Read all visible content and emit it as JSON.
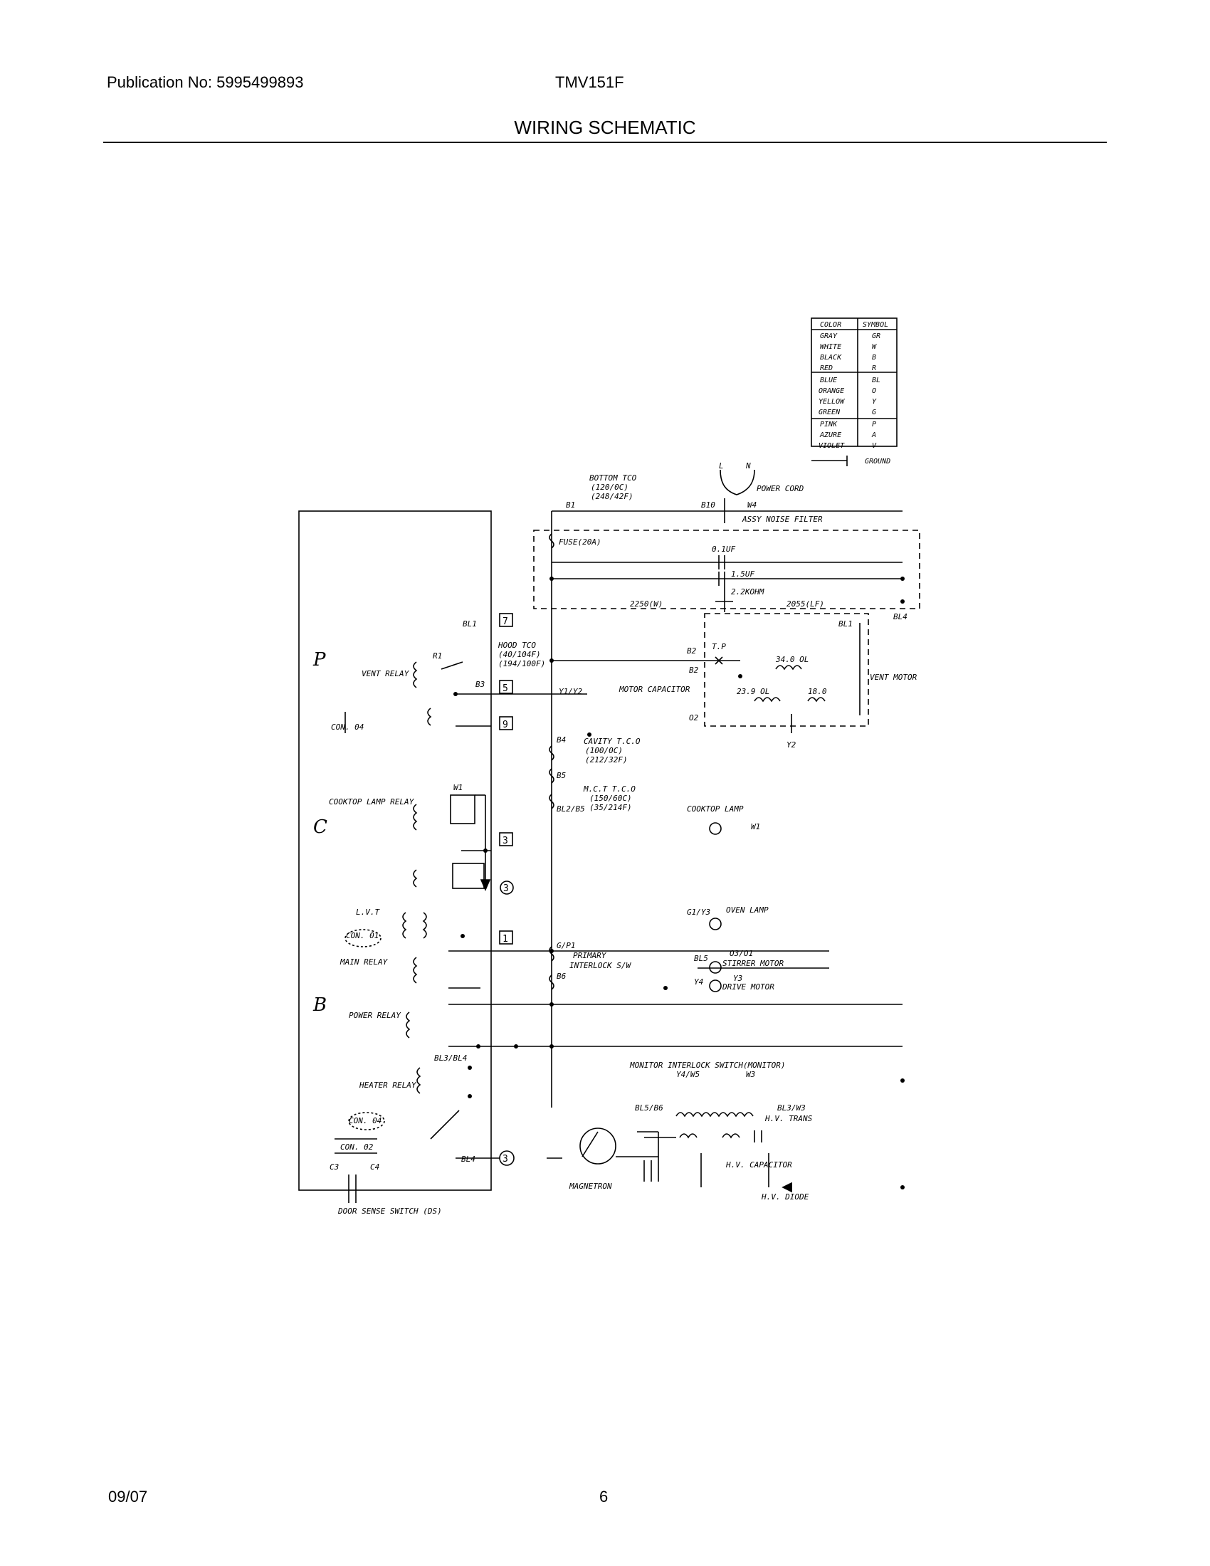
{
  "header": {
    "publication": "Publication No: 5995499893",
    "model": "TMV151F",
    "title": "WIRING SCHEMATIC"
  },
  "footer": {
    "date": "09/07",
    "page": "6"
  },
  "schematic": {
    "color_table": {
      "headers": [
        "COLOR",
        "SYMBOL"
      ],
      "rows": [
        [
          "GRAY",
          "GR"
        ],
        [
          "WHITE",
          "W"
        ],
        [
          "BLACK",
          "B"
        ],
        [
          "RED",
          "R"
        ],
        [
          "BLUE",
          "BL"
        ],
        [
          "ORANGE",
          "O"
        ],
        [
          "YELLOW",
          "Y"
        ],
        [
          "GREEN",
          "G"
        ],
        [
          "PINK",
          "P"
        ],
        [
          "AZURE",
          "A"
        ],
        [
          "VIOLET",
          "V"
        ]
      ],
      "ground_label": "GROUND"
    },
    "board_letters": [
      "P",
      "C",
      "B"
    ],
    "connectors": [
      "7",
      "5",
      "9",
      "3",
      "3",
      "1",
      "3"
    ],
    "labels": {
      "power_cord": "POWER CORD",
      "bottom_tco": "BOTTOM TCO",
      "bottom_tco_1": "(120/0C)",
      "bottom_tco_2": "(248/42F)",
      "line": "L",
      "neutral": "N",
      "assy_noise": "ASSY NOISE FILTER",
      "fuse": "FUSE(20A)",
      "cap_1": "0.1UF",
      "cap_2": "1.5UF",
      "resistor": "2.2KOHM",
      "r_2250": "2250(W)",
      "r_2055": "2055(LF)",
      "hood_tco": "HOOD TCO",
      "hood_tco_1": "(40/104F)",
      "hood_tco_2": "(194/100F)",
      "vent_relay": "VENT RELAY",
      "motor_capacitor": "MOTOR CAPACITOR",
      "vent_motor": "VENT MOTOR",
      "tp": "T.P",
      "w_34": "34.0 OL",
      "w_23": "23.9 OL",
      "w_18": "18.0",
      "cavity_tco": "CAVITY T.C.O",
      "cavity_tco_1": "(100/0C)",
      "cavity_tco_2": "(212/32F)",
      "mc_tco": "M.C.T T.C.O",
      "mc_tco_1": "(150/60C)",
      "mc_tco_2": "(35/214F)",
      "cooktop_lamp_relay": "COOKTOP LAMP RELAY",
      "cooktop_lamp": "COOKTOP LAMP",
      "lvt": "L.V.T",
      "oven_lamp": "OVEN LAMP",
      "main_relay": "MAIN RELAY",
      "primary_switch": "PRIMARY",
      "interlock": "INTERLOCK S/W",
      "stirrer_motor": "STIRRER MOTOR",
      "drive_motor": "DRIVE MOTOR",
      "power_relay": "POWER RELAY",
      "monitor_switch": "MONITOR INTERLOCK SWITCH(MONITOR)",
      "heater_relay": "HEATER RELAY",
      "hv_trans": "H.V. TRANS",
      "hv_capacitor": "H.V. CAPACITOR",
      "hv_diode": "H.V. DIODE",
      "magnetron": "MAGNETRON",
      "door_sense": "DOOR SENSE SWITCH (DS)",
      "con": "CON. 02",
      "bl1": "BL1",
      "bl1b": "BL1",
      "b3": "B3",
      "b4": "B4",
      "b5": "B5",
      "bl2b5": "BL2/B5",
      "bl3bl4": "BL3/BL4",
      "bl4": "BL4",
      "bl5b6": "BL5/B6",
      "bl3w3": "BL3/W3",
      "b2": "B2",
      "b2b": "B2",
      "y2": "Y2",
      "o2": "O2",
      "y1y2": "Y1/Y2",
      "w1": "W1",
      "w1b": "W1",
      "g1y3": "G1/Y3",
      "y4": "Y4",
      "y3": "Y3",
      "y4w5": "Y4/W5",
      "w3": "W3",
      "bl5": "BL5",
      "o3o1": "O3/O1",
      "b6": "B6",
      "b1": "B1",
      "b10": "B10",
      "bl4b": "BL4",
      "r1": "R1",
      "w4": "W4",
      "gp": "G/P1",
      "con1": "CON. 01",
      "con4": "CON. 04",
      "c3": "C3",
      "c4": "C4"
    }
  }
}
